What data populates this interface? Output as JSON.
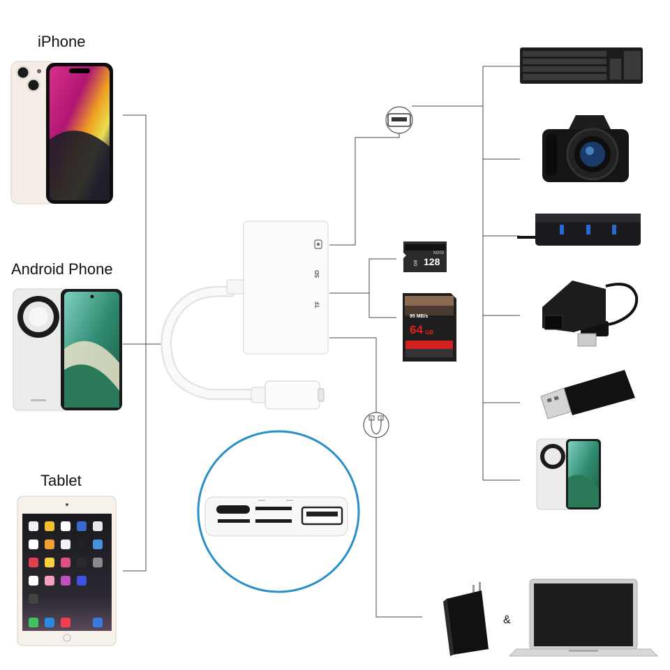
{
  "devices_left": [
    {
      "label": "iPhone"
    },
    {
      "label": "Android Phone"
    },
    {
      "label": "Tablet"
    }
  ],
  "adapter": {
    "port_labels": [
      "SD",
      "TF"
    ]
  },
  "cards": {
    "micro_sd": {
      "capacity": "128",
      "unit": "GB",
      "model": "M203"
    },
    "sd": {
      "speed": "95 MB/s",
      "capacity": "64",
      "unit": "GB"
    }
  },
  "ampersand": "&",
  "accent_color": "#2a8fc7",
  "icons": [
    "usb-port-icon",
    "charging-cable-icon"
  ]
}
